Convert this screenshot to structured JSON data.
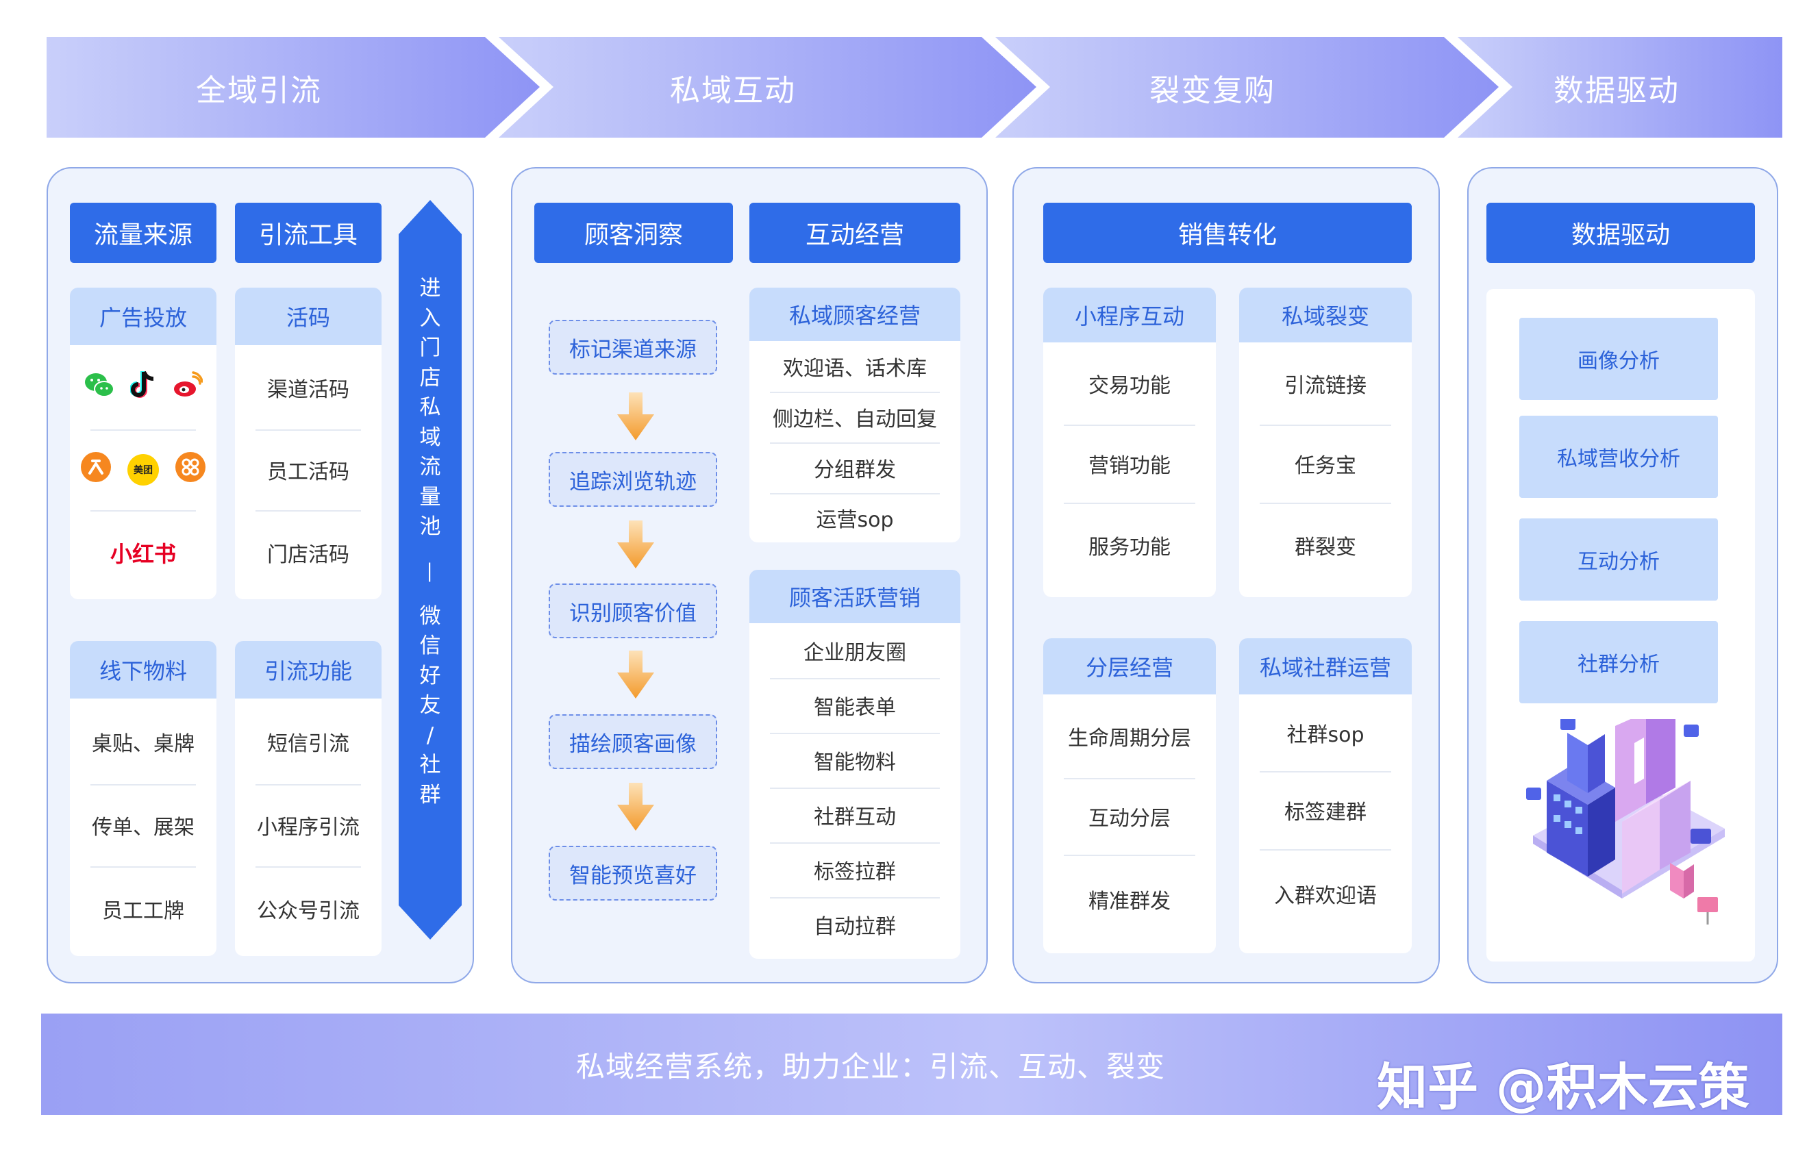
{
  "top_stages": [
    "全域引流",
    "私域互动",
    "裂变复购",
    "数据驱动"
  ],
  "col1": {
    "hdr_left": "流量来源",
    "hdr_right": "引流工具",
    "card_ads": {
      "title": "广告投放",
      "brand_text": "小红书",
      "meituan_text": "美团"
    },
    "card_codes": {
      "title": "活码",
      "items": [
        "渠道活码",
        "员工活码",
        "门店活码"
      ]
    },
    "card_offline": {
      "title": "线下物料",
      "items": [
        "桌贴、桌牌",
        "传单、展架",
        "员工工牌"
      ]
    },
    "card_features": {
      "title": "引流功能",
      "items": [
        "短信引流",
        "小程序引流",
        "公众号引流"
      ]
    },
    "vertical_text": [
      "进",
      "入",
      "门",
      "店",
      "私",
      "域",
      "流",
      "量",
      "池",
      "—",
      "微",
      "信",
      "好",
      "友",
      "/",
      "社",
      "群"
    ]
  },
  "col2": {
    "hdr_left": "顾客洞察",
    "hdr_right": "互动经营",
    "steps": [
      "标记渠道来源",
      "追踪浏览轨迹",
      "识别顾客价值",
      "描绘顾客画像",
      "智能预览喜好"
    ],
    "card_private": {
      "title": "私域顾客经营",
      "items": [
        "欢迎语、话术库",
        "侧边栏、自动回复",
        "分组群发",
        "运营sop"
      ]
    },
    "card_active": {
      "title": "顾客活跃营销",
      "items": [
        "企业朋友圈",
        "智能表单",
        "智能物料",
        "社群互动",
        "标签拉群",
        "自动拉群"
      ]
    }
  },
  "col3": {
    "hdr": "销售转化",
    "card_miniapp": {
      "title": "小程序互动",
      "items": [
        "交易功能",
        "营销功能",
        "服务功能"
      ]
    },
    "card_fission": {
      "title": "私域裂变",
      "items": [
        "引流链接",
        "任务宝",
        "群裂变"
      ]
    },
    "card_layer": {
      "title": "分层经营",
      "items": [
        "生命周期分层",
        "互动分层",
        "精准群发"
      ]
    },
    "card_community": {
      "title": "私域社群运营",
      "items": [
        "社群sop",
        "标签建群",
        "入群欢迎语"
      ]
    }
  },
  "col4": {
    "hdr": "数据驱动",
    "items": [
      "画像分析",
      "私域营收分析",
      "互动分析",
      "社群分析"
    ]
  },
  "footer": {
    "text": "私域经营系统，助力企业：引流、互动、裂变",
    "watermark": "知乎 @积木云策"
  },
  "colors": {
    "header_blue": "#2f6ce8",
    "card_title_bg": "#c7dcfc",
    "accent_orange": "#f5a032",
    "footer_purple": "#8a8df0"
  }
}
